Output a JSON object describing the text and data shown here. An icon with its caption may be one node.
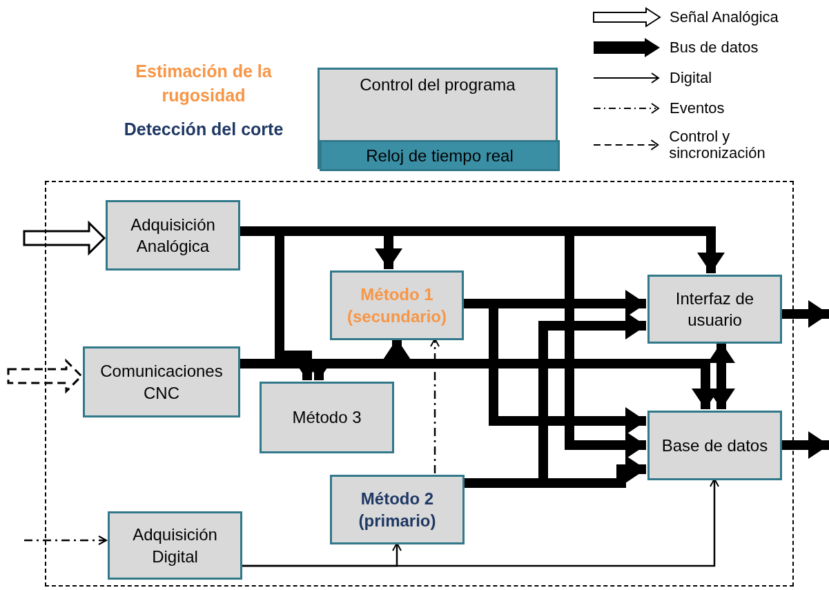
{
  "diagram": {
    "nodes": [
      {
        "text": [
          "Control del programa"
        ]
      },
      {
        "text": [
          "Reloj de tiempo real"
        ],
        "in": 0
      },
      {
        "text": [],
        "shape": "box"
      },
      {
        "text": [
          "Adquisición Analógica"
        ],
        "in": 2
      },
      {
        "text": [
          "Comunicaciones CNC"
        ],
        "in": 2
      },
      {
        "text": [
          "Método 1 (secundario)"
        ],
        "in": 2
      },
      {
        "text": [
          "Método 3"
        ],
        "in": 2
      },
      {
        "text": [
          "Adquisición Digital"
        ],
        "in": 2
      },
      {
        "text": [
          "Método 2 (primario)"
        ],
        "in": 2
      },
      {
        "text": [
          "Interfaz de usuario"
        ],
        "in": 2
      },
      {
        "text": [
          "Base de datos"
        ],
        "in": 2
      }
    ],
    "edges": [
      {
        "from": null,
        "to": 3,
        "arrow": "to"
      },
      {
        "from": null,
        "to": 4,
        "arrow": "to",
        "style": "dashed"
      },
      {
        "from": null,
        "to": 7,
        "arrow": "to",
        "style": "dashed"
      },
      {
        "from": 3,
        "to": 5,
        "arrow": "to"
      },
      {
        "from": 3,
        "to": 9,
        "arrow": "to"
      },
      {
        "from": 3,
        "to": 6,
        "arrow": "to"
      },
      {
        "from": 3,
        "to": 10,
        "arrow": "to"
      },
      {
        "from": 4,
        "to": 5,
        "arrow": "to"
      },
      {
        "from": 4,
        "to": 6,
        "arrow": "to"
      },
      {
        "from": 4,
        "to": 10,
        "arrow": "to"
      },
      {
        "from": 5,
        "to": 9,
        "arrow": "to"
      },
      {
        "from": 5,
        "to": 10,
        "arrow": "to"
      },
      {
        "from": 8,
        "to": 9,
        "arrow": "to"
      },
      {
        "from": 8,
        "to": 10,
        "arrow": "to"
      },
      {
        "from": 8,
        "to": 5,
        "arrow": "to",
        "style": "dashed"
      },
      {
        "from": 9,
        "to": 10,
        "arrow": "both"
      },
      {
        "from": 7,
        "to": 10,
        "arrow": "to"
      },
      {
        "from": 7,
        "to": 8,
        "arrow": "to"
      },
      {
        "from": 9,
        "to": null,
        "arrow": "to"
      },
      {
        "from": 10,
        "to": null,
        "arrow": "to"
      }
    ],
    "labels": [
      "Estimación de la rugosidad",
      "Detección del corte"
    ],
    "legend": [
      {
        "text": "Señal Analógica"
      },
      {
        "text": "Bus de datos"
      },
      {
        "text": "Digital"
      },
      {
        "text": "Eventos"
      },
      {
        "text": "Control y sincronización"
      }
    ]
  }
}
